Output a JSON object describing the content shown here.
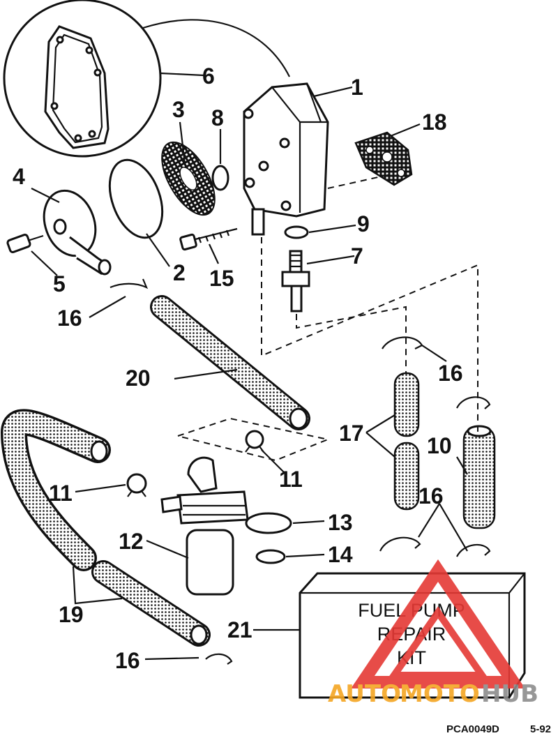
{
  "callouts": [
    {
      "id": "c1",
      "label": "1"
    },
    {
      "id": "c2",
      "label": "2"
    },
    {
      "id": "c3",
      "label": "3"
    },
    {
      "id": "c4",
      "label": "4"
    },
    {
      "id": "c5",
      "label": "5"
    },
    {
      "id": "c6",
      "label": "6"
    },
    {
      "id": "c7",
      "label": "7"
    },
    {
      "id": "c8",
      "label": "8"
    },
    {
      "id": "c9",
      "label": "9"
    },
    {
      "id": "c10",
      "label": "10"
    },
    {
      "id": "c11a",
      "label": "11"
    },
    {
      "id": "c11b",
      "label": "11"
    },
    {
      "id": "c12",
      "label": "12"
    },
    {
      "id": "c13",
      "label": "13"
    },
    {
      "id": "c14",
      "label": "14"
    },
    {
      "id": "c15",
      "label": "15"
    },
    {
      "id": "c16a",
      "label": "16"
    },
    {
      "id": "c16b",
      "label": "16"
    },
    {
      "id": "c16c",
      "label": "16"
    },
    {
      "id": "c16d",
      "label": "16"
    },
    {
      "id": "c17",
      "label": "17"
    },
    {
      "id": "c18",
      "label": "18"
    },
    {
      "id": "c19",
      "label": "19"
    },
    {
      "id": "c20",
      "label": "20"
    },
    {
      "id": "c21",
      "label": "21"
    }
  ],
  "kit_box": {
    "line1": "FUEL PUMP",
    "line2": "REPAIR",
    "line3": "KIT"
  },
  "footer": {
    "code": "PCA0049D",
    "date": "5-92"
  },
  "watermark": {
    "auto": "AUTO",
    "moto": "MOTO",
    "hub": "HUB",
    "color_red": "#e53935",
    "color_orange": "#f5a623",
    "color_gray": "#8c8c8c"
  }
}
